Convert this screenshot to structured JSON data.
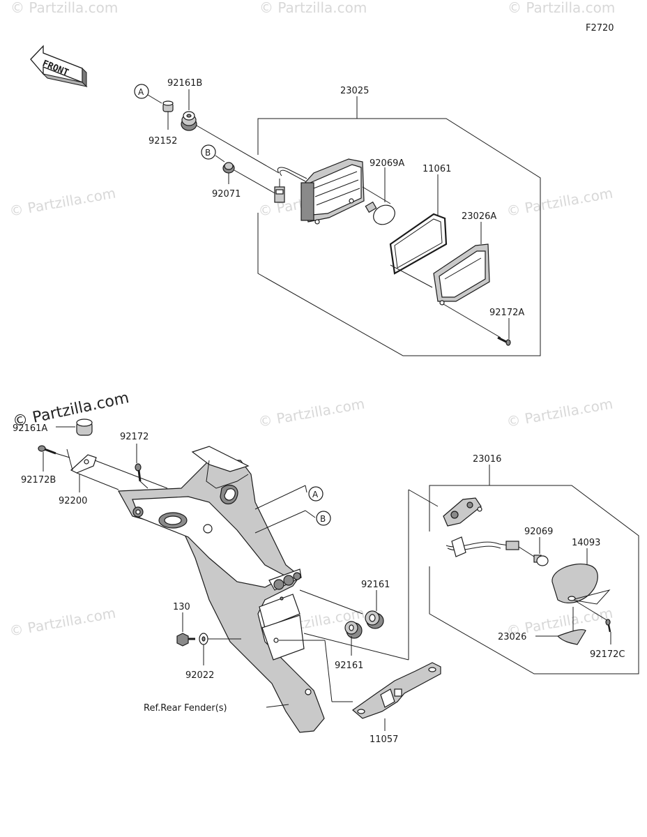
{
  "figure_code": "F2720",
  "front_label": "FRONT",
  "watermark_text": "© Partzilla.com",
  "callouts": {
    "a": "A",
    "b": "B"
  },
  "parts": {
    "p23025": "23025",
    "p92161B": "92161B",
    "p92152": "92152",
    "p92071": "92071",
    "p92069A": "92069A",
    "p11061": "11061",
    "p23026A": "23026A",
    "p92172A": "92172A",
    "p92161A": "92161A",
    "p92172": "92172",
    "p92172B": "92172B",
    "p92200": "92200",
    "p23016": "23016",
    "p92069": "92069",
    "p14093": "14093",
    "p92161_upper": "92161",
    "p92161_lower": "92161",
    "p130": "130",
    "p92022": "92022",
    "p23026": "23026",
    "p92172C": "92172C",
    "p11057": "11057"
  },
  "ref_text": "Ref.Rear Fender(s)"
}
